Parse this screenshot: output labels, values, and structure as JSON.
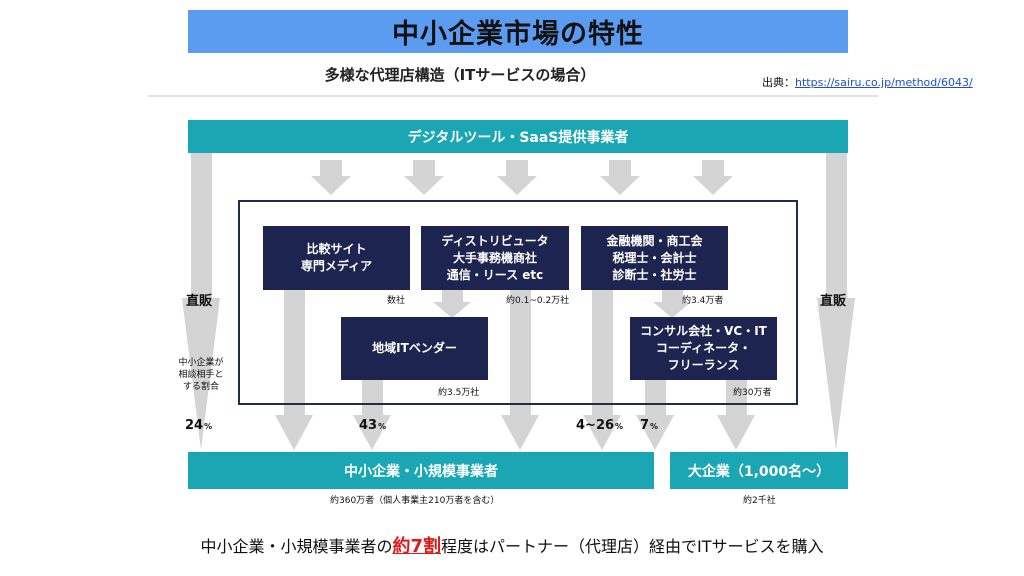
{
  "title": "中小企業市場の特性",
  "subtitle": "多様な代理店構造（ITサービスの場合）",
  "source": {
    "label": "出典：",
    "url": "https://sairu.co.jp/method/6043/"
  },
  "provider_bar": "デジタルツール・SaaS提供事業者",
  "direct_left": "直販",
  "direct_right": "直販",
  "note_lines": [
    "中小企業が",
    "相談相手と",
    "する割合"
  ],
  "agencies": {
    "comparison": {
      "lines": [
        "比較サイト",
        "専門メディア"
      ],
      "count": "数社"
    },
    "distributor": {
      "lines": [
        "ディストリビュータ",
        "大手事務機商社",
        "通信・リース etc"
      ],
      "count": "約0.1~0.2万社"
    },
    "finance": {
      "lines": [
        "金融機関・商工会",
        "税理士・会計士",
        "診断士・社労士"
      ],
      "count": "約3.4万者"
    },
    "local_it": {
      "lines": [
        "地域ITベンダー"
      ],
      "count": "約3.5万社"
    },
    "consultant": {
      "lines": [
        "コンサル会社・VC・IT",
        "コーディネータ・",
        "フリーランス"
      ],
      "count": "約30万者"
    }
  },
  "percentages": [
    {
      "value": "24",
      "unit": "%"
    },
    {
      "value": "43",
      "unit": "%"
    },
    {
      "value": "4~26",
      "unit": "%"
    },
    {
      "value": "7",
      "unit": "%"
    }
  ],
  "targets": {
    "smb": {
      "label": "中小企業・小規模事業者",
      "count": "約360万者（個人事業主210万者を含む）"
    },
    "large": {
      "label": "大企業（1,000名～）",
      "count": "約2千社"
    }
  },
  "bottom_text": {
    "before": "中小企業・小規模事業者の",
    "highlight": "約7割",
    "after": "程度はパートナー（代理店）経由でITサービスを購入"
  },
  "colors": {
    "title_bg": "#5b9bf0",
    "teal": "#1aa6b2",
    "navy": "#1e2450",
    "arrow": "#d4d4d4",
    "highlight": "#e01a1a"
  }
}
